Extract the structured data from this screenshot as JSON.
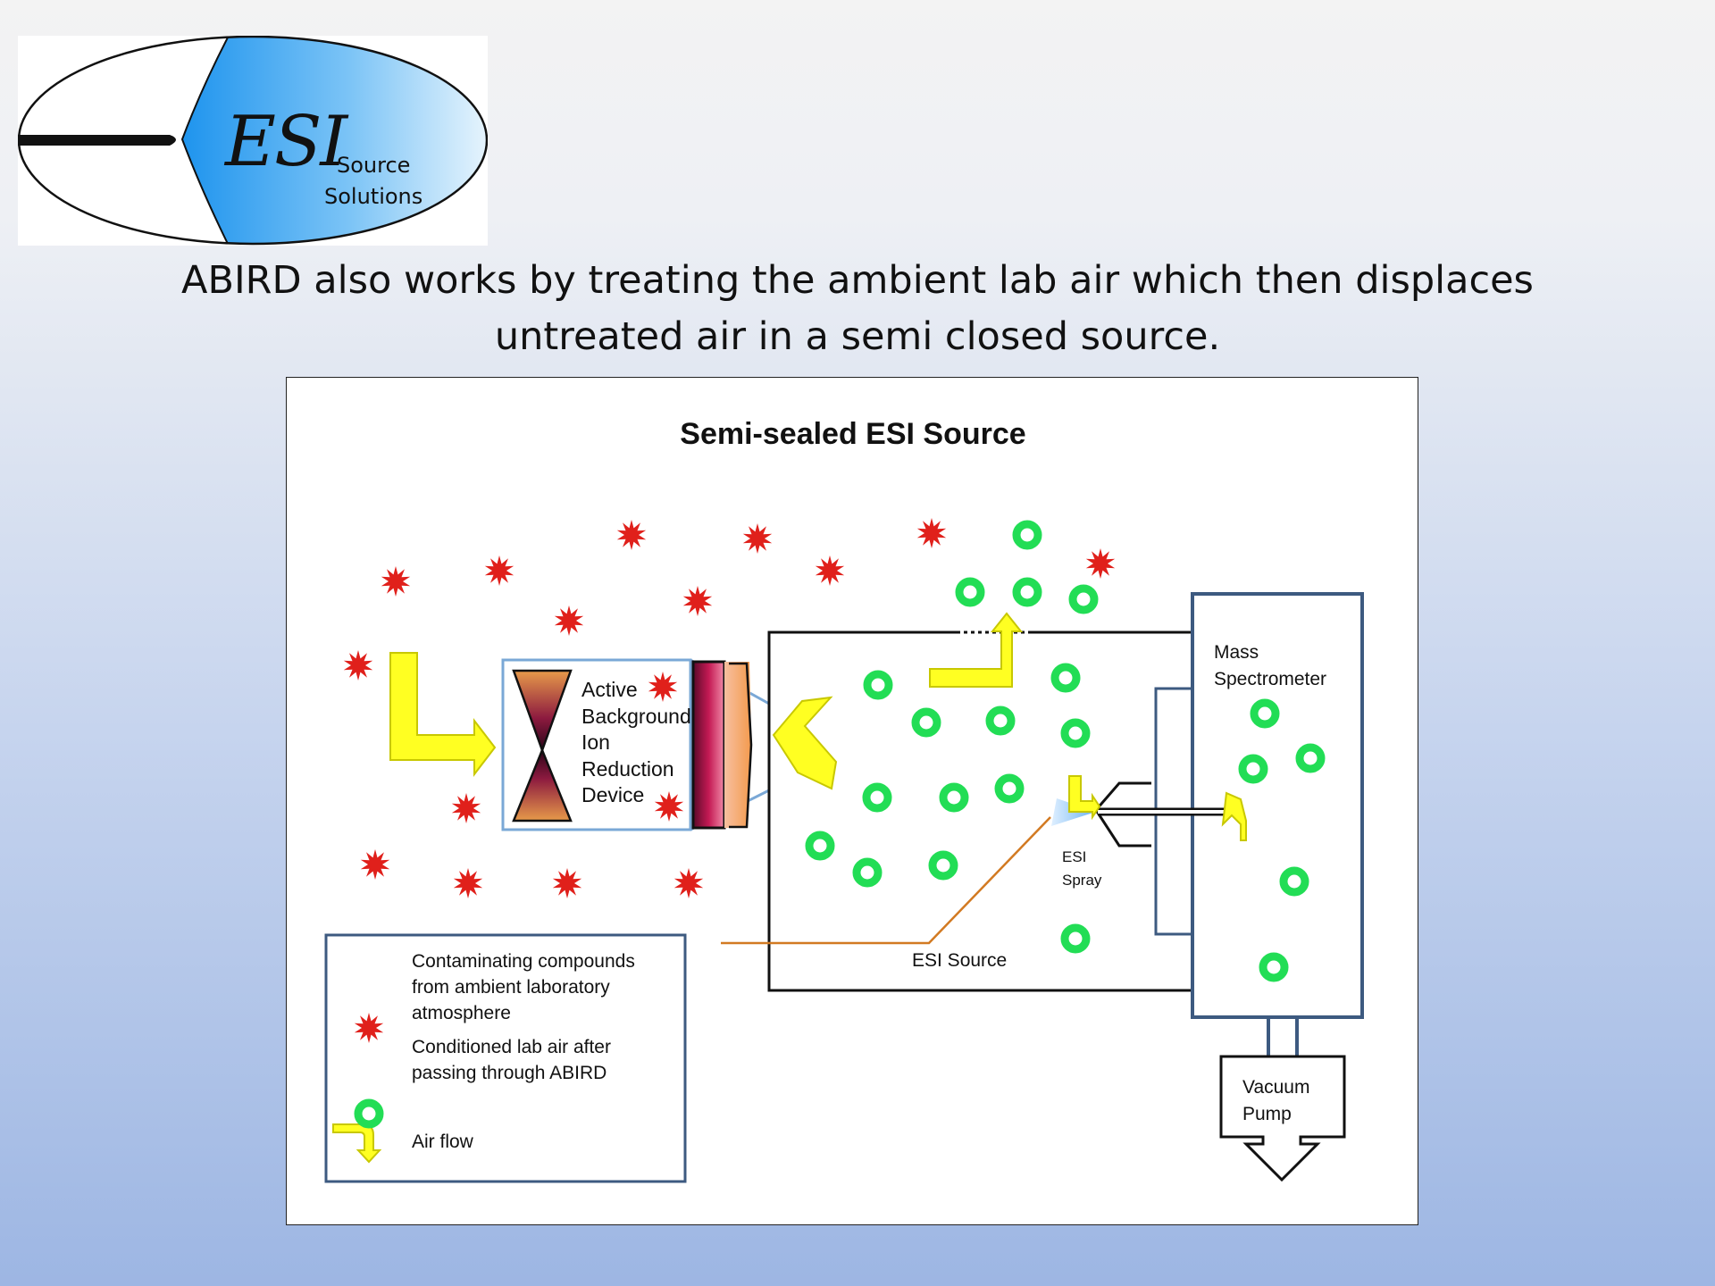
{
  "logo": {
    "wordmark": "ESI",
    "line1": "Source",
    "line2": "Solutions",
    "colors": {
      "blue": "#2e9ff0",
      "black": "#111111"
    }
  },
  "headline": {
    "line1": "ABIRD also works by treating the ambient lab air which then displaces",
    "line2": "untreated air in a semi closed source."
  },
  "diagram": {
    "title": "Semi-sealed ESI Source",
    "abird_label": [
      "Active",
      "Background",
      "Ion",
      "Reduction",
      "Device"
    ],
    "mass_spec_label": [
      "Mass",
      "Spectrometer"
    ],
    "esi_spray_label": [
      "ESI",
      "Spray"
    ],
    "esi_source_label": "ESI Source",
    "vacuum_pump_label": [
      "Vacuum",
      "Pump"
    ],
    "legend": {
      "contaminant": [
        "Contaminating compounds",
        "from ambient laboratory",
        "atmosphere"
      ],
      "conditioned": [
        "Conditioned lab air after",
        "passing through ABIRD"
      ],
      "airflow": "Air flow"
    },
    "colors": {
      "contaminant": "#e0201b",
      "conditioned": "#22dd55",
      "airflow": "#ffff22",
      "airflow_outline": "#c8c800",
      "box_outline": "#3d5a80",
      "lead_line": "#d27a22"
    }
  }
}
